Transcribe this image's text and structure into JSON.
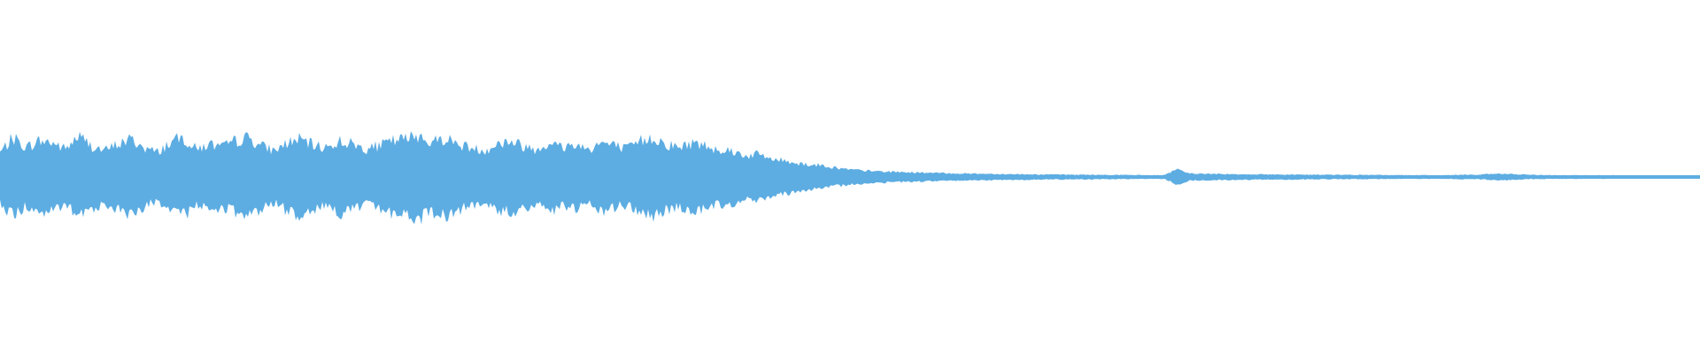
{
  "waveform": {
    "color": "#5dade2",
    "background": "#ffffff",
    "envelope": [
      0.15,
      0.24,
      0.18,
      0.22,
      0.21,
      0.17,
      0.25,
      0.19,
      0.16,
      0.2,
      0.23,
      0.18,
      0.15,
      0.21,
      0.24,
      0.17,
      0.2,
      0.18,
      0.22,
      0.24,
      0.19,
      0.16,
      0.21,
      0.23,
      0.19,
      0.18,
      0.22,
      0.2,
      0.17,
      0.19,
      0.22,
      0.23,
      0.26,
      0.21,
      0.24,
      0.2,
      0.18,
      0.16,
      0.2,
      0.22,
      0.19,
      0.17,
      0.21,
      0.18,
      0.2,
      0.17,
      0.21,
      0.19,
      0.17,
      0.22,
      0.24,
      0.2,
      0.18,
      0.21,
      0.19,
      0.17,
      0.16,
      0.13,
      0.14,
      0.11,
      0.1,
      0.085,
      0.075,
      0.07,
      0.055,
      0.045,
      0.04,
      0.035,
      0.032,
      0.03,
      0.028,
      0.026,
      0.024,
      0.022,
      0.021,
      0.02,
      0.019,
      0.018,
      0.017,
      0.016,
      0.015,
      0.015,
      0.014,
      0.014,
      0.013,
      0.013,
      0.012,
      0.012,
      0.011,
      0.011,
      0.045,
      0.022,
      0.02,
      0.019,
      0.018,
      0.017,
      0.016,
      0.016,
      0.015,
      0.015,
      0.014,
      0.014,
      0.013,
      0.013,
      0.013,
      0.012,
      0.012,
      0.011,
      0.011,
      0.011,
      0.011,
      0.012,
      0.014,
      0.013,
      0.018,
      0.02,
      0.016,
      0.013,
      0.012,
      0.011,
      0.011,
      0.01,
      0.01,
      0.01,
      0.01,
      0.009,
      0.009,
      0.009,
      0.009,
      0.009,
      0.008
    ]
  }
}
